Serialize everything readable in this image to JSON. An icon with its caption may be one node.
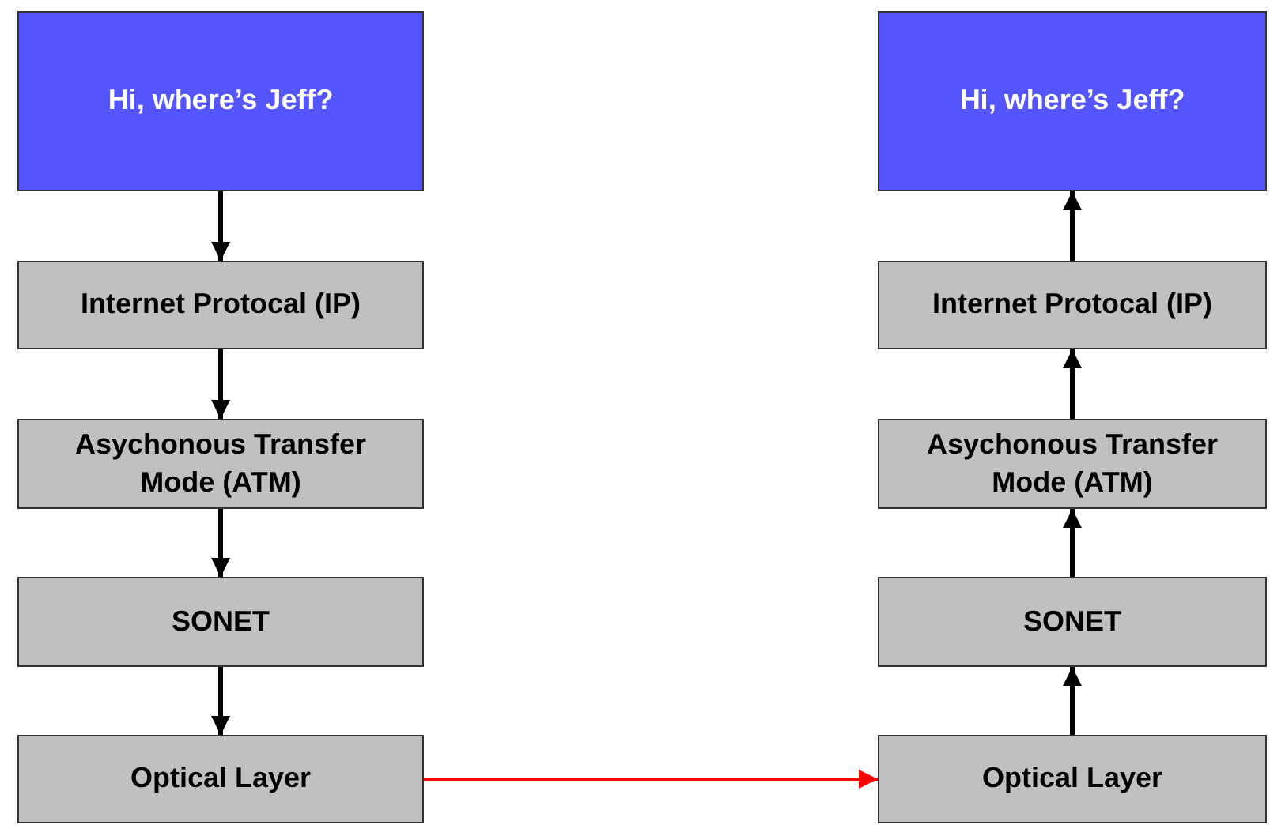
{
  "diagram": {
    "nodes": [
      {
        "text": [
          "Hi, where’s Jeff?"
        ]
      },
      {
        "text": [
          "Internet Protocal (IP)"
        ]
      },
      {
        "text": [
          "Asychonous Transfer Mode (ATM)"
        ]
      },
      {
        "text": [
          "SONET"
        ]
      },
      {
        "text": [
          "Optical Layer"
        ]
      },
      {
        "text": [
          "Hi, where’s Jeff?"
        ]
      },
      {
        "text": [
          "Internet Protocal (IP)"
        ]
      },
      {
        "text": [
          "Asychonous Transfer Mode (ATM)"
        ]
      },
      {
        "text": [
          "SONET"
        ]
      },
      {
        "text": [
          "Optical Layer"
        ]
      }
    ],
    "edges": [
      {
        "from": 0,
        "to": 1,
        "arrow": "to"
      },
      {
        "from": 1,
        "to": 2,
        "arrow": "to"
      },
      {
        "from": 2,
        "to": 3,
        "arrow": "to"
      },
      {
        "from": 3,
        "to": 4,
        "arrow": "to"
      },
      {
        "from": 4,
        "to": 9,
        "arrow": "to",
        "color": "#ff0000"
      },
      {
        "from": 9,
        "to": 8,
        "arrow": "to"
      },
      {
        "from": 8,
        "to": 7,
        "arrow": "to"
      },
      {
        "from": 7,
        "to": 6,
        "arrow": "to"
      },
      {
        "from": 6,
        "to": 5,
        "arrow": "to"
      }
    ]
  }
}
